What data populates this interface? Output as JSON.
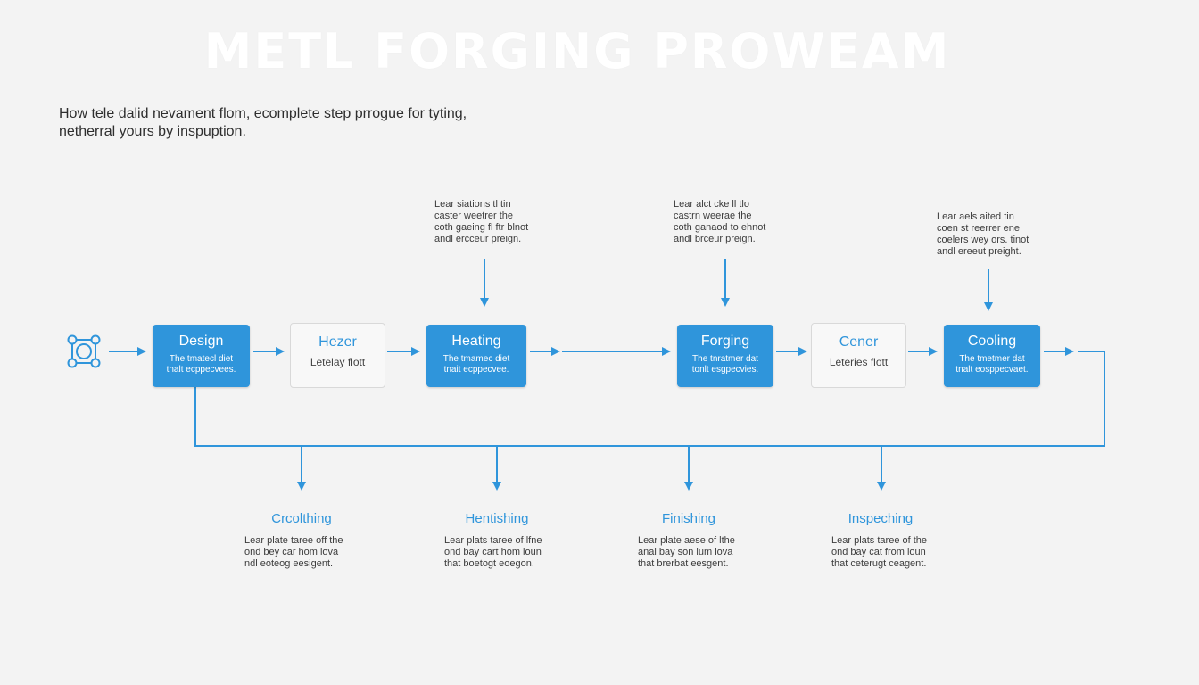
{
  "title": "METL FORGING PROWEAM",
  "subtitle": {
    "line1": "How tele dalid nevament flom, ecomplete step prrogue for tyting,",
    "line2": "netherral yours by inspuption."
  },
  "colors": {
    "accent": "#2f95db",
    "background": "#f3f3f3",
    "text": "#333333"
  },
  "start_icon": "network-nodes-icon",
  "nodes": {
    "design": {
      "title": "Design",
      "desc": "The tmatecl diet\ntnalt ecppecvees."
    },
    "hezer": {
      "title": "Hezer",
      "desc": "Letelay flott"
    },
    "heating": {
      "title": "Heating",
      "desc": "The tmamec diet\ntnait ecppecvee."
    },
    "forging": {
      "title": "Forging",
      "desc": "The tnratmer dat\ntonlt esgpecvies."
    },
    "cener": {
      "title": "Cener",
      "desc": "Leteries flott"
    },
    "cooling": {
      "title": "Cooling",
      "desc": "The tmetmer dat\ntnalt eosppecvaet."
    }
  },
  "notes": {
    "heating": "Lear siations tl tin\ncaster weetrer the\ncoth gaeing fl ftr blnot\nandl ercceur preign.",
    "forging": "Lear alct cke ll tlo\ncastrn weerae the\ncoth ganaod to ehnot\nandl brceur preign.",
    "cooling": "Lear aels aited tin\ncoen st reerrer ene\ncoelers wey ors. tinot\nandl ereeut preight."
  },
  "bottom_steps": [
    {
      "title": "Crcolthing",
      "desc": "Lear plate taree off the\nond bey car hom lova\nndl eoteog eesigent."
    },
    {
      "title": "Hentishing",
      "desc": "Lear plats taree of lfne\nond bay cart hom loun\nthat boetogt eoegon."
    },
    {
      "title": "Finishing",
      "desc": "Lear plate aese of lthe\nanal bay son lum lova\nthat brerbat eesgent."
    },
    {
      "title": "Inspeching",
      "desc": "Lear plats taree of the\nond bay cat from loun\nthat ceterugt ceagent."
    }
  ]
}
